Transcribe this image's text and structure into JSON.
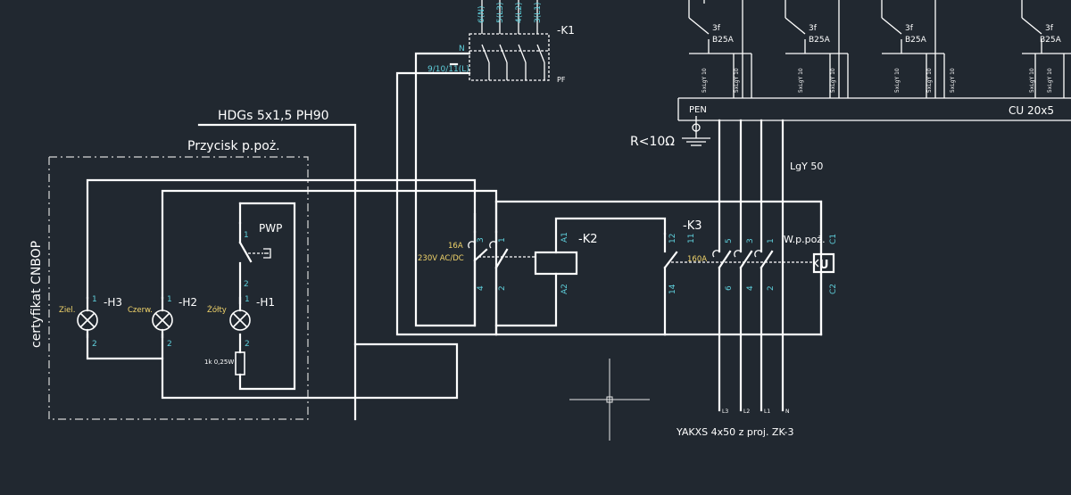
{
  "labels": {
    "k1": "-K1",
    "k1_n": "N",
    "k1_pf": "PF",
    "k1_terms": [
      "6(N)",
      "5(L3)",
      "4(L2)",
      "3(L1)"
    ],
    "k1_aux": "9/10/11(L)",
    "cable_hdgs": "HDGs 5x1,5 PH90",
    "przycisk": "Przycisk p.poż.",
    "certyfikat": "certyfikat CNBOP",
    "pwp": "PWP",
    "h1": "-H1",
    "h2": "-H2",
    "h3": "-H3",
    "ziel": "Ziel.",
    "czerw": "Czerw.",
    "zolty": "Żółty",
    "resistor": "1k 0,25W",
    "k2": "-K2",
    "k3": "-K3",
    "a1": "A1",
    "a2": "A2",
    "rating_16a": "16A",
    "rating_230v": "230V AC/DC",
    "rating_160a": "160A",
    "wppoz": "W.p.poż.",
    "pen": "PEN",
    "r_earth": "R<10Ω",
    "lgy50": "LgY 50",
    "cu": "CU 20x5",
    "yakxs": "YAKXS 4x50 z proj. ZK-3",
    "breaker": [
      "3f",
      "B25A"
    ],
    "breaker_cable": "5xLgY 10",
    "u_symbol": "U",
    "c1": "C1",
    "c2": "C2",
    "term_1": "1",
    "term_2": "2",
    "term_3": "3",
    "term_4": "4",
    "term_5": "5",
    "term_6": "6",
    "term_11": "11",
    "term_12": "12",
    "term_14": "14",
    "bottom_terms": [
      "L3",
      "L2",
      "L1",
      "N"
    ]
  },
  "colors": {
    "background": "#212830",
    "wire": "#ffffff",
    "terminal_text": "#5fd0dc",
    "annotation_text": "#f1d46a"
  }
}
